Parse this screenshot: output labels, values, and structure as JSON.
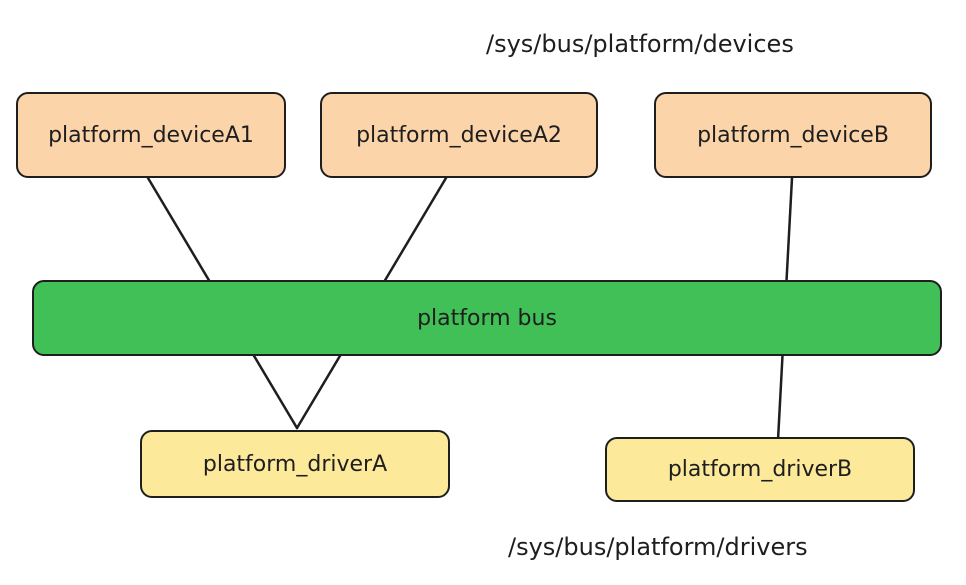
{
  "diagram": {
    "devices_path": "/sys/bus/platform/devices",
    "drivers_path": "/sys/bus/platform/drivers",
    "bus_label": "platform bus",
    "devices": [
      {
        "label": "platform_deviceA1"
      },
      {
        "label": "platform_deviceA2"
      },
      {
        "label": "platform_deviceB"
      }
    ],
    "drivers": [
      {
        "label": "platform_driverA"
      },
      {
        "label": "platform_driverB"
      }
    ],
    "colors": {
      "device_fill": "#fcd4a9",
      "driver_fill": "#fde99a",
      "bus_fill": "#40c057",
      "stroke": "#1e1e1e"
    }
  }
}
